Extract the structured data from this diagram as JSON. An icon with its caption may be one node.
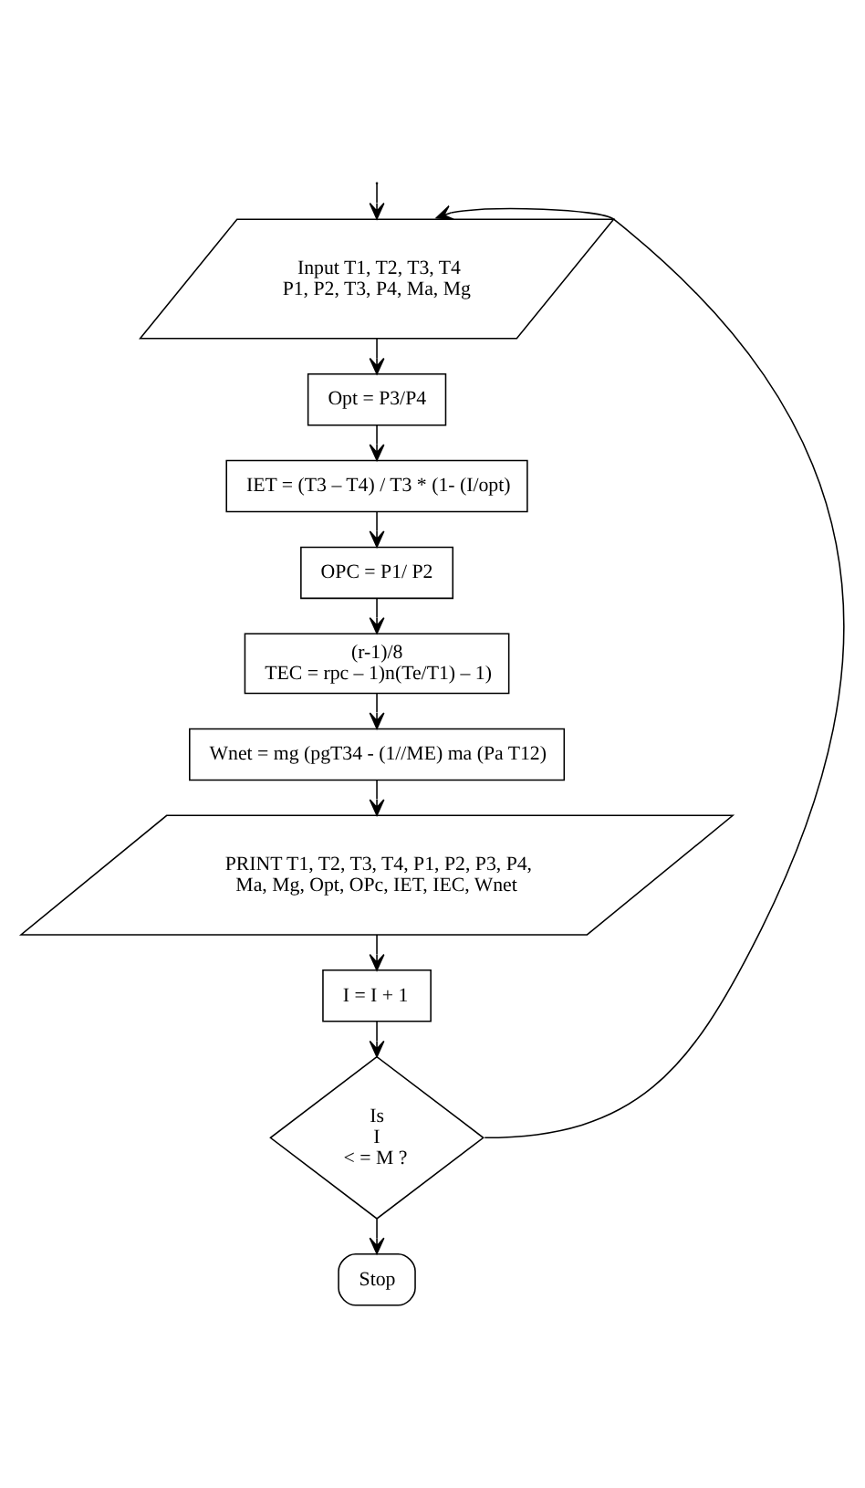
{
  "diagram": {
    "nodes": [
      {
        "text": [
          "Input T1, T2, T3, T4 P1, P2, T3, P4, Ma, Mg"
        ]
      },
      {
        "text": [
          "Opt = P3/P4"
        ]
      },
      {
        "text": [
          "IET = (T3 – T4) / T3 * (1- (I/opt)"
        ]
      },
      {
        "text": [
          "OPC = P1/ P2"
        ]
      },
      {
        "text": [
          "(r-1)/8 TEC = rpc – 1)n(Te/T1) – 1)"
        ]
      },
      {
        "text": [
          "Wnet = mg (pgT34 - (1//ME) ma (Pa T12)"
        ]
      },
      {
        "text": [
          "PRINT T1, T2, T3, T4, P1, P2, P3, P4, Ma, Mg, Opt, OPc, IET, IEC, Wnet"
        ]
      },
      {
        "text": [
          "I = I + 1"
        ]
      },
      {
        "text": [
          "Is I < = M ?"
        ]
      },
      {
        "text": [
          "Stop"
        ]
      }
    ],
    "edges": [
      {
        "from": null,
        "to": 0,
        "arrow": "to"
      },
      {
        "from": 0,
        "to": 1,
        "arrow": "to"
      },
      {
        "from": 1,
        "to": 2,
        "arrow": "to"
      },
      {
        "from": 2,
        "to": 3,
        "arrow": "to"
      },
      {
        "from": 3,
        "to": 4,
        "arrow": "to"
      },
      {
        "from": 4,
        "to": 5,
        "arrow": "to"
      },
      {
        "from": 5,
        "to": 6,
        "arrow": "to"
      },
      {
        "from": 6,
        "to": 7,
        "arrow": "to"
      },
      {
        "from": 7,
        "to": 8,
        "arrow": "to"
      },
      {
        "from": 8,
        "to": 9,
        "arrow": "to"
      },
      {
        "from": 8,
        "to": 0,
        "arrow": "to"
      }
    ]
  }
}
